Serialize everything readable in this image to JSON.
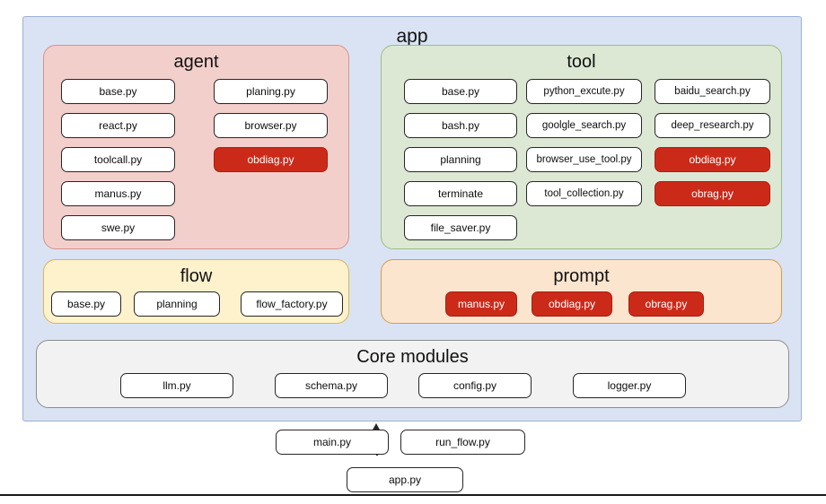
{
  "app": {
    "title": "app",
    "colors": {
      "app_bg": "#dae3f3",
      "agent_bg": "#f3cfcb",
      "tool_bg": "#dce8d3",
      "flow_bg": "#fdf2cc",
      "prompt_bg": "#fbe5ce",
      "core_bg": "#f2f2f2",
      "highlight_red": "#cc2a19",
      "node_bg": "#ffffff",
      "node_border": "#262626"
    }
  },
  "groups": {
    "agent": {
      "title": "agent",
      "columns": [
        {
          "nodes": [
            {
              "label": "base.py",
              "highlight": false
            },
            {
              "label": "react.py",
              "highlight": false
            },
            {
              "label": "toolcall.py",
              "highlight": false
            },
            {
              "label": "manus.py",
              "highlight": false
            },
            {
              "label": "swe.py",
              "highlight": false
            }
          ]
        },
        {
          "nodes": [
            {
              "label": "planing.py",
              "highlight": false
            },
            {
              "label": "browser.py",
              "highlight": false
            },
            {
              "label": "obdiag.py",
              "highlight": true
            }
          ]
        }
      ]
    },
    "tool": {
      "title": "tool",
      "columns": [
        {
          "nodes": [
            {
              "label": "base.py",
              "highlight": false
            },
            {
              "label": "bash.py",
              "highlight": false
            },
            {
              "label": "planning",
              "highlight": false
            },
            {
              "label": "terminate",
              "highlight": false
            },
            {
              "label": "file_saver.py",
              "highlight": false
            }
          ]
        },
        {
          "nodes": [
            {
              "label": "python_excute.py",
              "highlight": false
            },
            {
              "label": "goolgle_search.py",
              "highlight": false
            },
            {
              "label": "browser_use_tool.py",
              "highlight": false
            },
            {
              "label": "tool_collection.py",
              "highlight": false
            }
          ]
        },
        {
          "nodes": [
            {
              "label": "baidu_search.py",
              "highlight": false
            },
            {
              "label": "deep_research.py",
              "highlight": false
            },
            {
              "label": "obdiag.py",
              "highlight": true
            },
            {
              "label": "obrag.py",
              "highlight": true
            }
          ]
        }
      ]
    },
    "flow": {
      "title": "flow",
      "nodes": [
        {
          "label": "base.py",
          "highlight": false
        },
        {
          "label": "planning",
          "highlight": false
        },
        {
          "label": "flow_factory.py",
          "highlight": false
        }
      ]
    },
    "prompt": {
      "title": "prompt",
      "nodes": [
        {
          "label": "manus.py",
          "highlight": true
        },
        {
          "label": "obdiag.py",
          "highlight": true
        },
        {
          "label": "obrag.py",
          "highlight": true
        }
      ]
    },
    "core": {
      "title": "Core modules",
      "nodes": [
        {
          "label": "llm.py",
          "highlight": false
        },
        {
          "label": "schema.py",
          "highlight": false
        },
        {
          "label": "config.py",
          "highlight": false
        },
        {
          "label": "logger.py",
          "highlight": false
        }
      ]
    }
  },
  "entrypoints": {
    "nodes": [
      {
        "label": "main.py"
      },
      {
        "label": "run_flow.py"
      },
      {
        "label": "app.py"
      }
    ],
    "arrow": {
      "name": "entry-to-app-arrow",
      "direction": "up"
    }
  }
}
